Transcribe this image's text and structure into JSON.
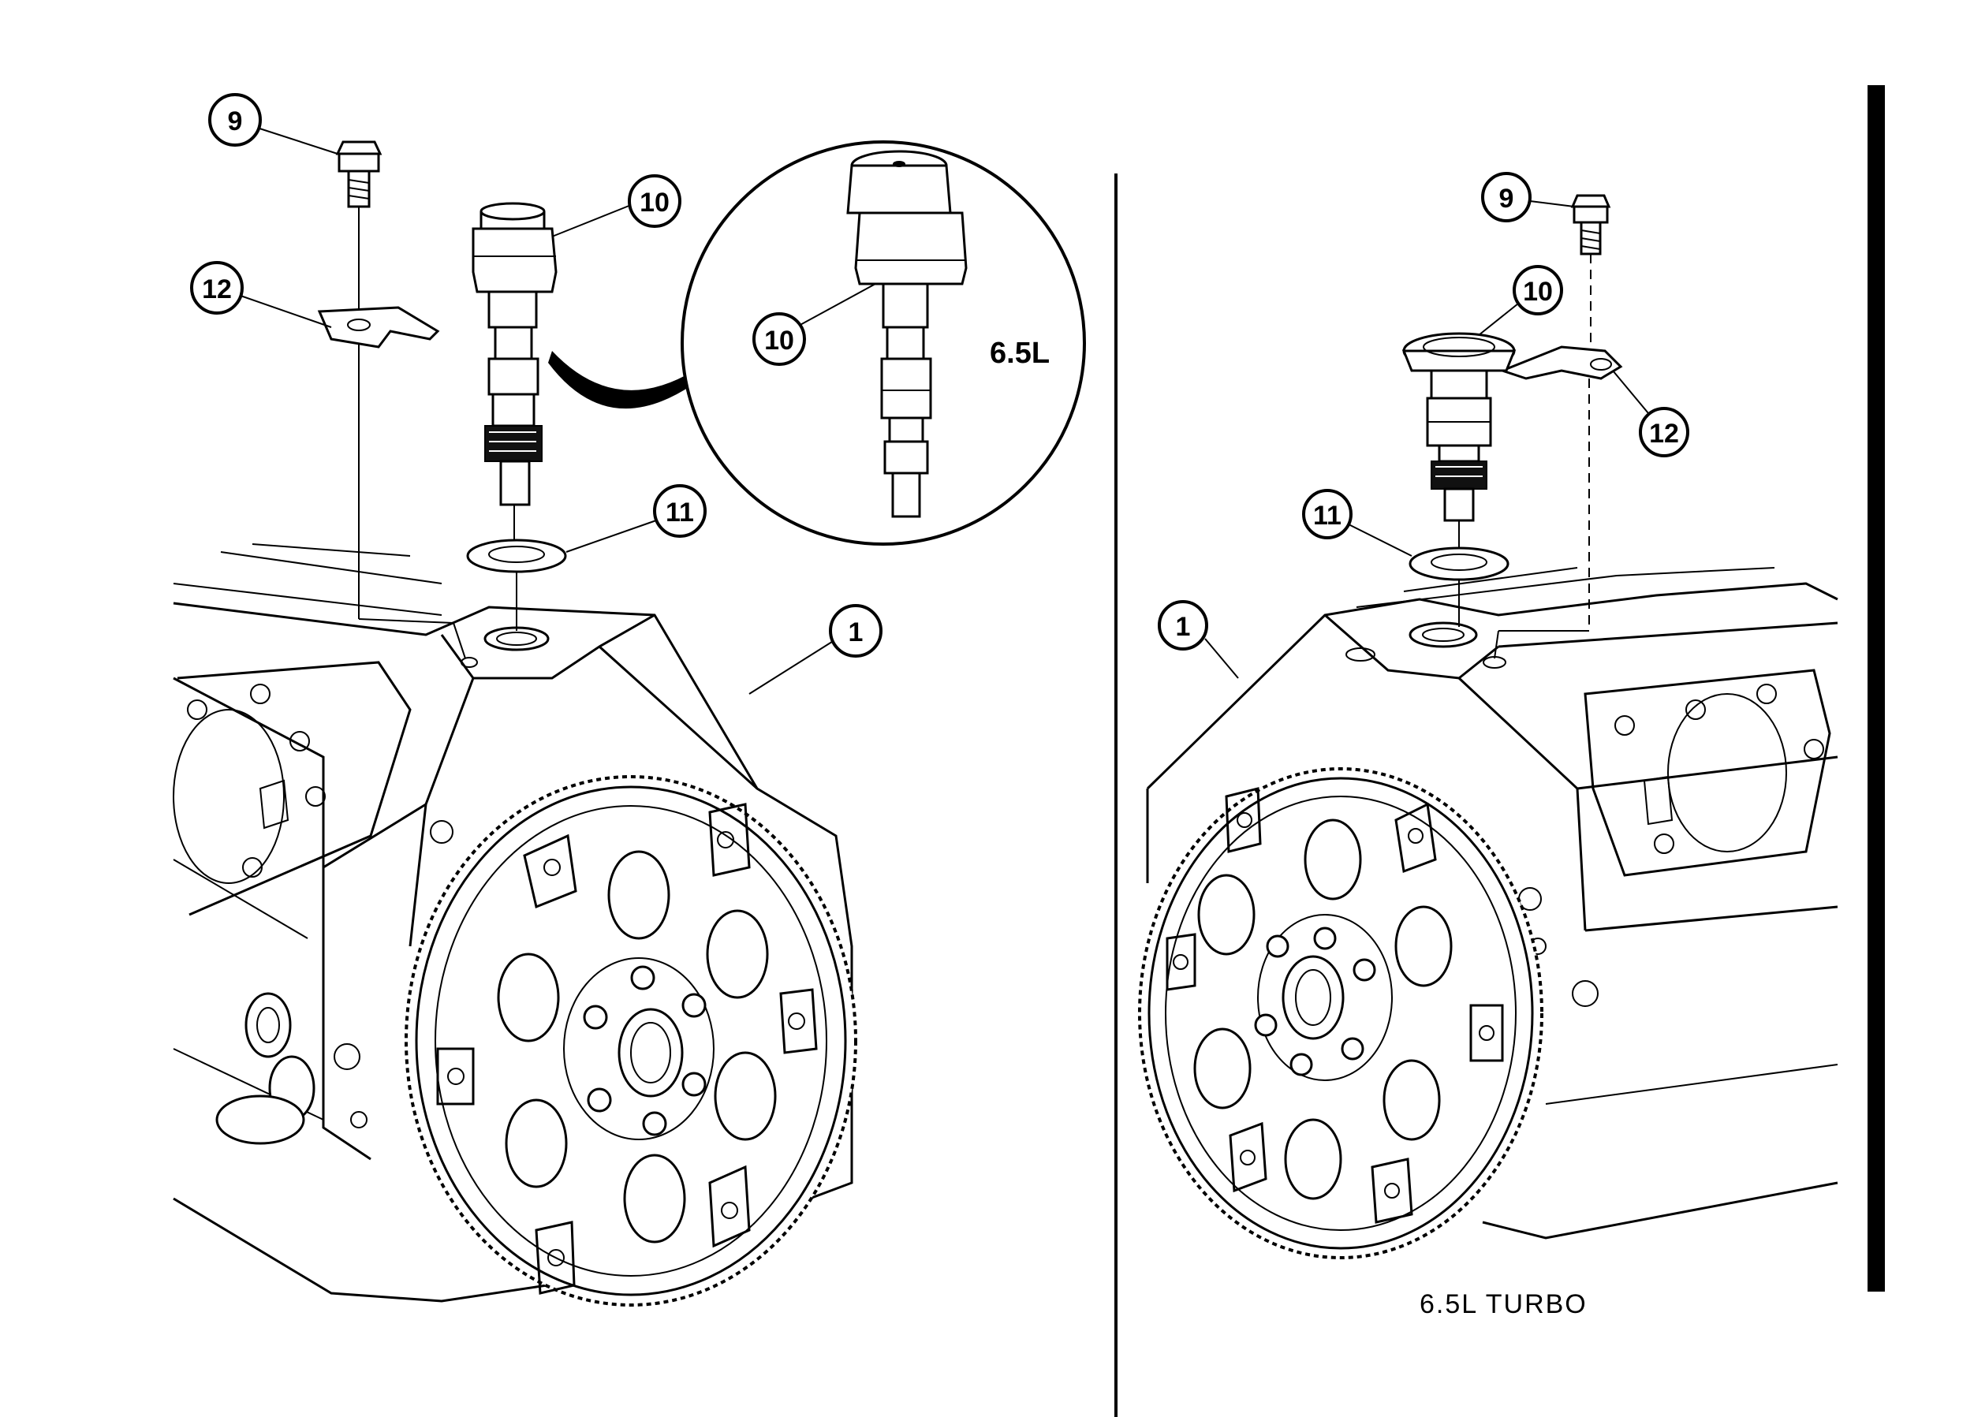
{
  "labels": {
    "inset_label": "6.5L",
    "right_caption": "6.5L TURBO"
  },
  "callouts": {
    "left_9": "9",
    "left_10": "10",
    "left_12": "12",
    "left_11": "11",
    "left_1": "1",
    "inset_10": "10",
    "right_9": "9",
    "right_10": "10",
    "right_12": "12",
    "right_11": "11",
    "right_1": "1"
  }
}
